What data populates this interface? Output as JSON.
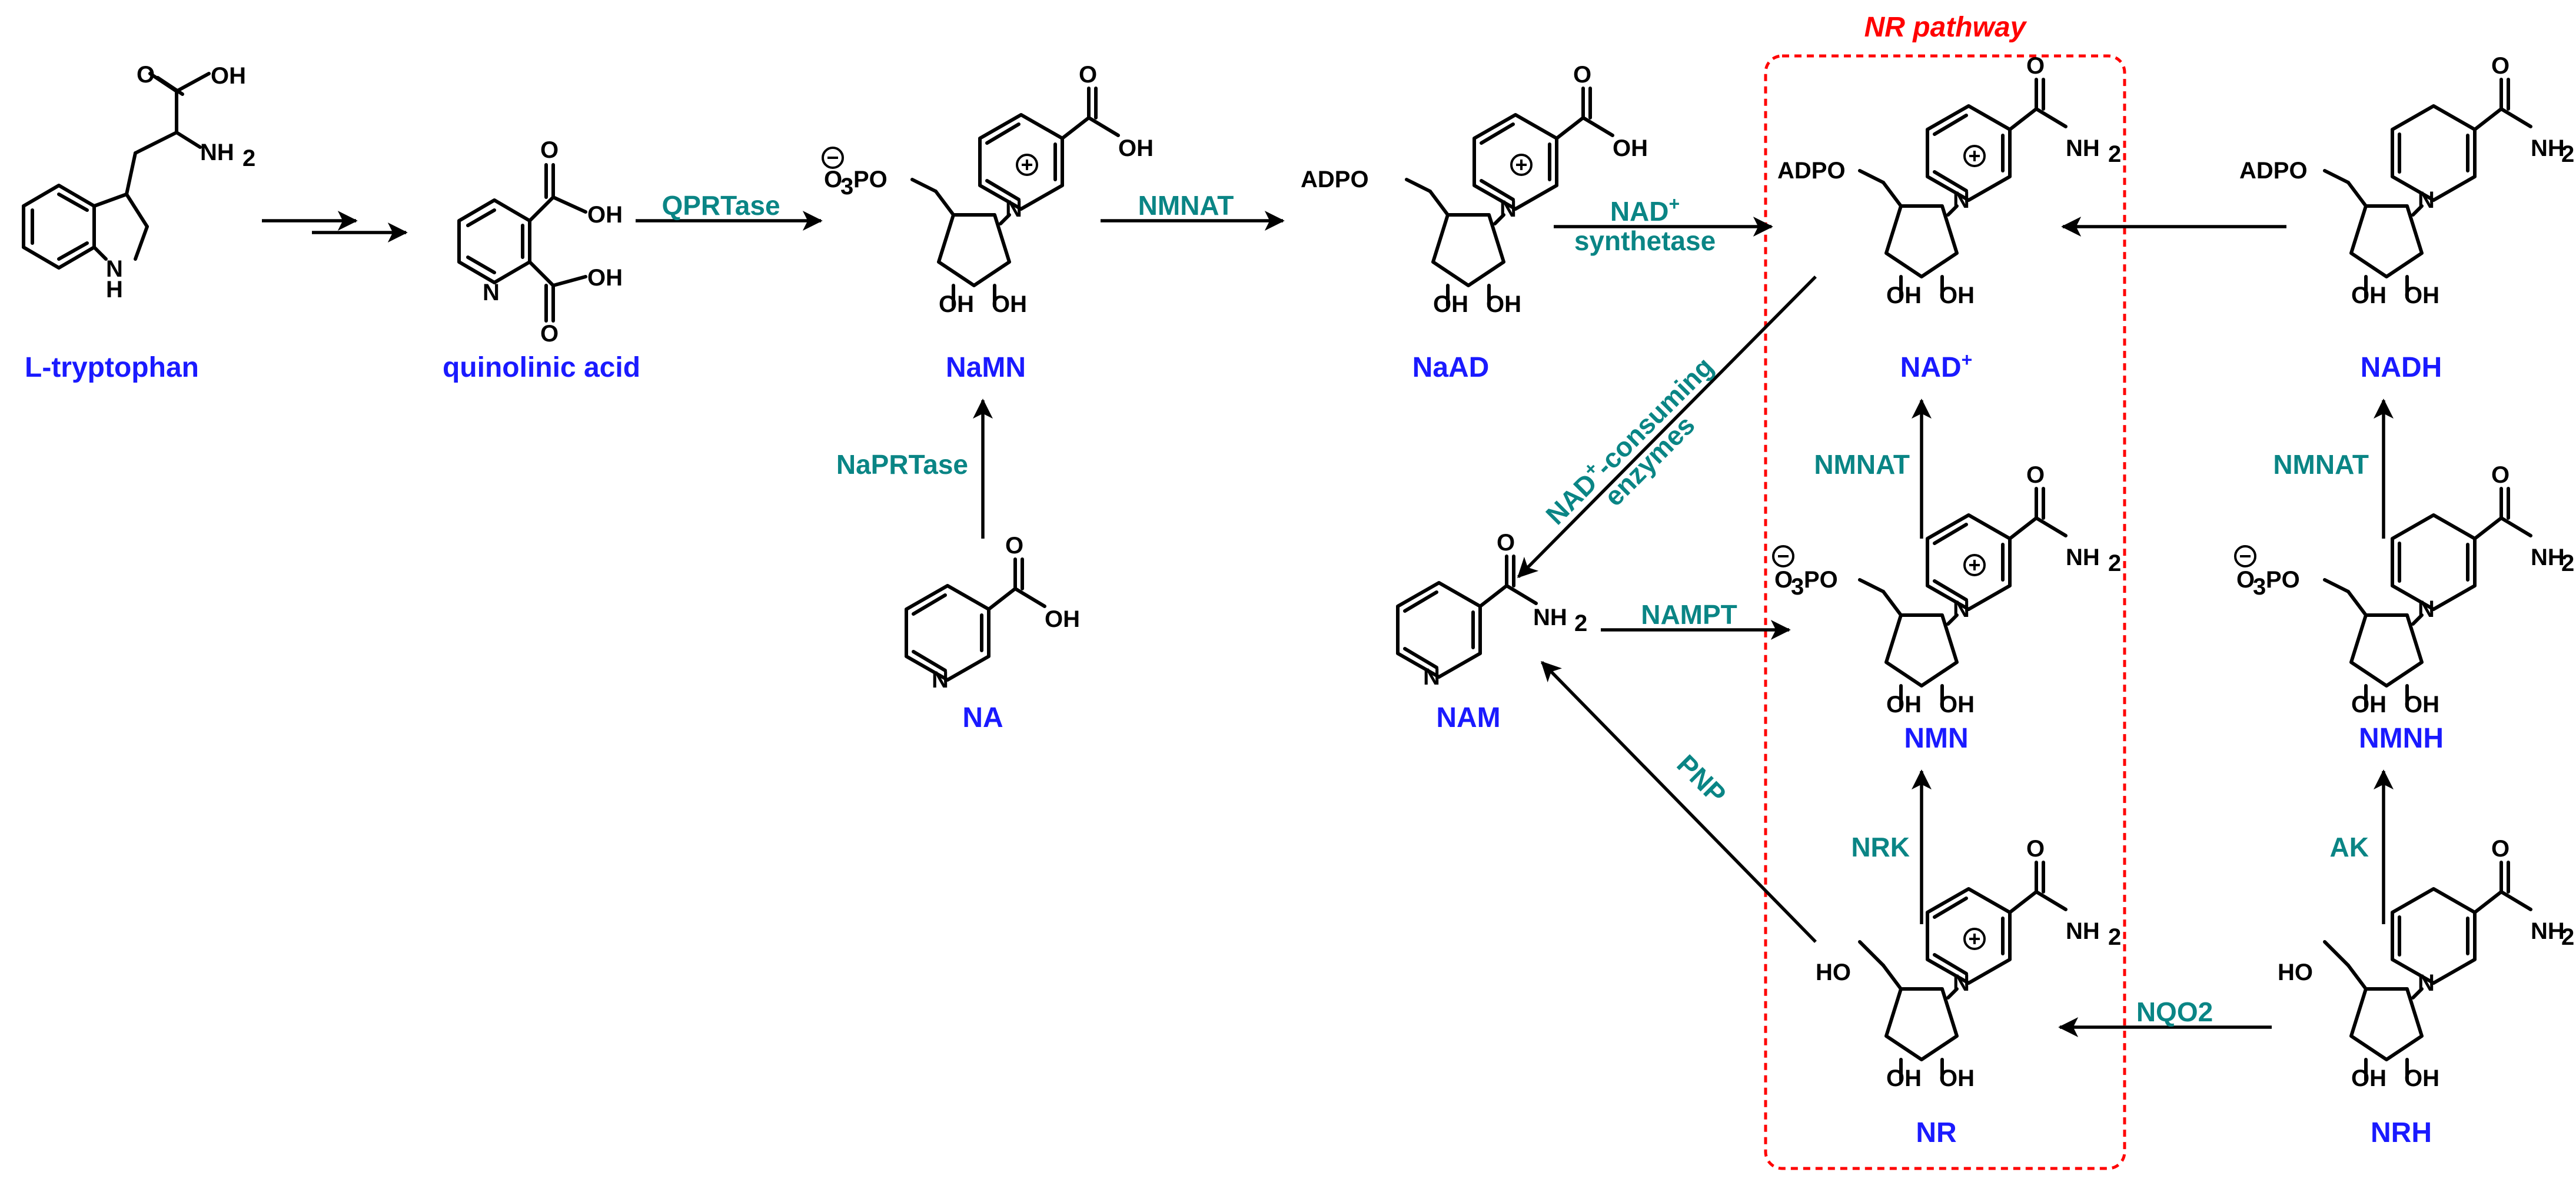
{
  "title": "NR pathway",
  "compounds": {
    "trp": "L-tryptophan",
    "quin": "quinolinic acid",
    "namn": "NaMN",
    "naad": "NaAD",
    "nad": "NAD",
    "nadh": "NADH",
    "na": "NA",
    "nam": "NAM",
    "nmn": "NMN",
    "nmnh": "NMNH",
    "nr": "NR",
    "nrh": "NRH"
  },
  "enzymes": {
    "qprtase": "QPRTase",
    "nmnat1": "NMNAT",
    "nad_synth_1": "NAD",
    "nad_synth_2": "synthetase",
    "naprtase": "NaPRTase",
    "consuming_1": "NAD",
    "consuming_2": "-consuming",
    "consuming_3": "enzymes",
    "nampt": "NAMPT",
    "nmnat2": "NMNAT",
    "nmnat3": "NMNAT",
    "nrk": "NRK",
    "pnp": "PNP",
    "nqo2": "NQO2",
    "ak": "AK"
  },
  "superscripts": {
    "plus": "+"
  },
  "atoms": {
    "O": "O",
    "OH": "OH",
    "NH": "NH",
    "N": "N",
    "H": "H",
    "sub2": "2",
    "sub3": "3",
    "ADPO": "ADPO",
    "PO": "PO",
    "HO": "HO"
  }
}
